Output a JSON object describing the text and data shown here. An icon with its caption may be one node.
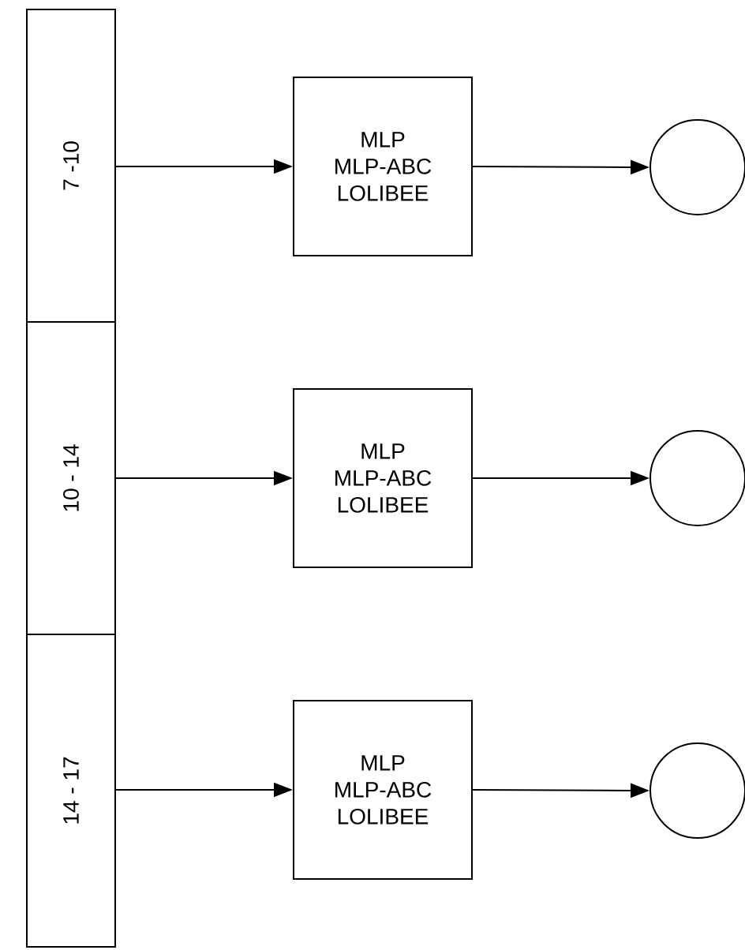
{
  "diagram": {
    "nodes": [
      {
        "text": [
          "7 -10"
        ]
      },
      {
        "text": [
          "10 - 14"
        ]
      },
      {
        "text": [
          "14 - 17"
        ]
      },
      {
        "text": [
          "MLP MLP-ABC LOLIBEE"
        ]
      },
      {
        "text": [
          "MLP MLP-ABC LOLIBEE"
        ]
      },
      {
        "text": [
          "MLP MLP-ABC LOLIBEE"
        ]
      },
      {
        "text": [],
        "shape": "circle"
      },
      {
        "text": [],
        "shape": "circle"
      },
      {
        "text": [],
        "shape": "circle"
      }
    ],
    "edges": [
      {
        "from": 0,
        "to": 3,
        "arrow": "to"
      },
      {
        "from": 3,
        "to": 6,
        "arrow": "to"
      },
      {
        "from": 1,
        "to": 4,
        "arrow": "to"
      },
      {
        "from": 4,
        "to": 7,
        "arrow": "to"
      },
      {
        "from": 2,
        "to": 5,
        "arrow": "to"
      },
      {
        "from": 5,
        "to": 8,
        "arrow": "to"
      }
    ]
  }
}
